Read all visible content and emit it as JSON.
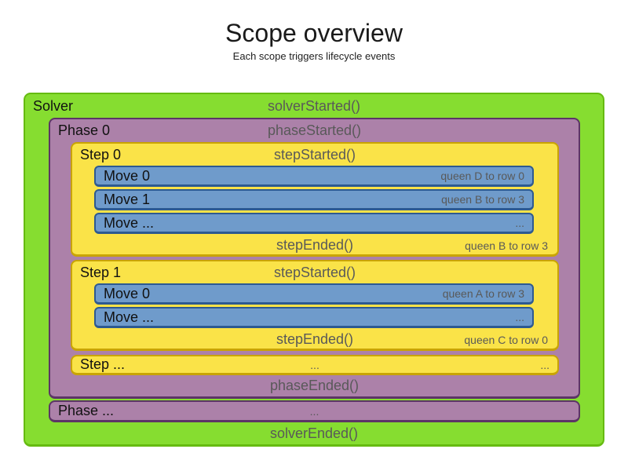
{
  "title": "Scope overview",
  "subtitle": "Each scope triggers lifecycle events",
  "colors": {
    "solver_bg": "#86dd30",
    "solver_border": "#66bb11",
    "phase_bg": "#ac81a9",
    "phase_border": "#5c3566",
    "step_bg": "#fae348",
    "step_border": "#c9a403",
    "move_bg": "#6f9bcb",
    "move_border": "#2d5a91",
    "event_text": "#595959",
    "note_text": "#595959"
  },
  "solver": {
    "label": "Solver",
    "started_event": "solverStarted()",
    "ended_event": "solverEnded()",
    "phases": [
      {
        "label": "Phase 0",
        "started_event": "phaseStarted()",
        "ended_event": "phaseEnded()",
        "steps": [
          {
            "label": "Step 0",
            "started_event": "stepStarted()",
            "ended_event": "stepEnded()",
            "ended_note": "queen B to row 3",
            "moves": [
              {
                "label": "Move 0",
                "note": "queen D to row 0"
              },
              {
                "label": "Move 1",
                "note": "queen B to row 3"
              },
              {
                "label": "Move ...",
                "note": "..."
              }
            ]
          },
          {
            "label": "Step 1",
            "started_event": "stepStarted()",
            "ended_event": "stepEnded()",
            "ended_note": "queen C to row 0",
            "moves": [
              {
                "label": "Move 0",
                "note": "queen A to row 3"
              },
              {
                "label": "Move ...",
                "note": "..."
              }
            ]
          }
        ],
        "more_steps": {
          "label": "Step ...",
          "center_ellipsis": "...",
          "right_ellipsis": "..."
        }
      }
    ],
    "more_phases": {
      "label": "Phase ...",
      "center_ellipsis": "..."
    }
  }
}
